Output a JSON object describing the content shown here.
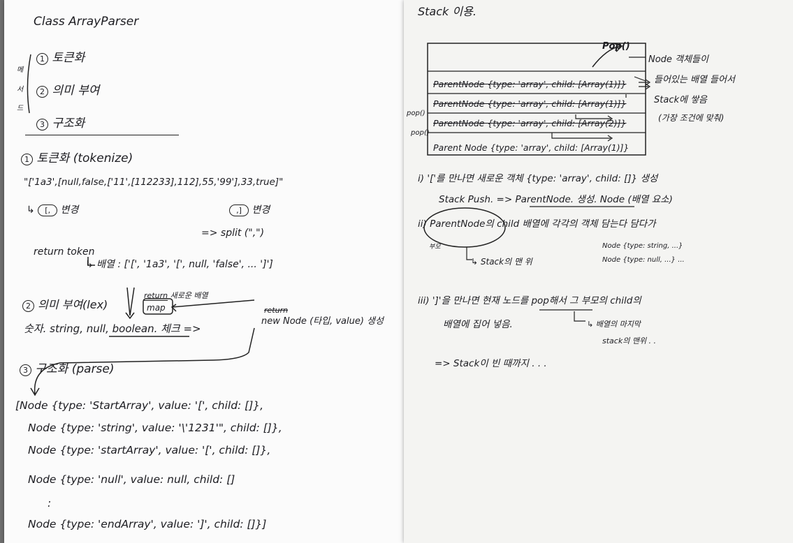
{
  "left": {
    "class_title": "Class ArrayParser",
    "method_label": [
      "메",
      "서",
      "드"
    ],
    "steps_overview": [
      {
        "num": "1",
        "text": "토큰화"
      },
      {
        "num": "2",
        "text": "의미 부여"
      },
      {
        "num": "3",
        "text": "구조화"
      }
    ],
    "tokenize": {
      "heading_num": "1",
      "heading": "토큰화 (tokenize)",
      "input_string": "\"['1a3',[null,false,['11',[112233],112],55,'99'],33,true]\"",
      "arrow_to": "[,",
      "change1": "변경",
      "change2_label": ",]",
      "change2": "변경",
      "split": "=> split (\",\")",
      "return_token": "return token",
      "array_label": "↳ 배열 : ['[', '1a3', '[', null, 'false', ... ']']"
    },
    "lex": {
      "heading_num": "2",
      "heading": "의미 부여(lex)",
      "return_label": "return",
      "new_array": "새로운 배열",
      "map_label": "map",
      "struck_return": "return",
      "check": "숫자. string, null, boolean. 체크 =>",
      "new_node": "new Node (타입, value) 생성"
    },
    "parse": {
      "heading_num": "3",
      "heading": "구조화 (parse)",
      "lines": [
        "[Node {type: 'StartArray', value: '[', child: []},",
        "Node {type: 'string', value: '\\'1231'\", child: []},",
        "Node {type: 'startArray', value: '[', child: []},",
        "Node {type: 'null', value: null, child: []",
        ":",
        "Node {type: 'endArray', value: ']', child: []}]"
      ]
    }
  },
  "right": {
    "stack_title": "Stack 이용.",
    "pop_label": "Pop()",
    "stack_rows": [
      "ParentNode {type: 'array', child: [Array(1)]}",
      "ParentNode {type: 'array', child: [Array(1)]}",
      "ParentNode {type: 'array', child: [Array(2)]}",
      "Parent Node {type: 'array', child: [Array(1)]}"
    ],
    "side_pops": [
      "pop()",
      "pop()"
    ],
    "note_lines": [
      "Node 객체들이",
      "들어있는 배열 들어서",
      "Stack에 쌓음",
      "(가장 조건에 맞춰)"
    ],
    "step1_num": "i)",
    "step1_line1": "'['를 만나면 새로운 객체 {type: 'array', child: []} 생성",
    "step1_line2": "Stack Push. => ParentNode. 생성. Node (배열 요소)",
    "step2_num": "ii)",
    "step2_line1": "ParentNode의 child 배열에 각각의 객체 담는다 담다가",
    "step2_circle_note": "부모",
    "step2_sub1": "↳ Stack의 맨 위",
    "step2_sub2": "Node {type: string, ...}",
    "step2_sub3": "Node {type: null, ...} ...",
    "step3_num": "iii)",
    "step3_line1": "']'을 만나면 현재 노드를 pop해서 그 부모의 child의",
    "step3_line2": "배열에 집어 넣음.",
    "step3_note1": "↳ 배열의 마지막",
    "step3_note2": "stack의 맨위 . .",
    "step_end": "=> Stack이 빈 때까지 . . ."
  }
}
